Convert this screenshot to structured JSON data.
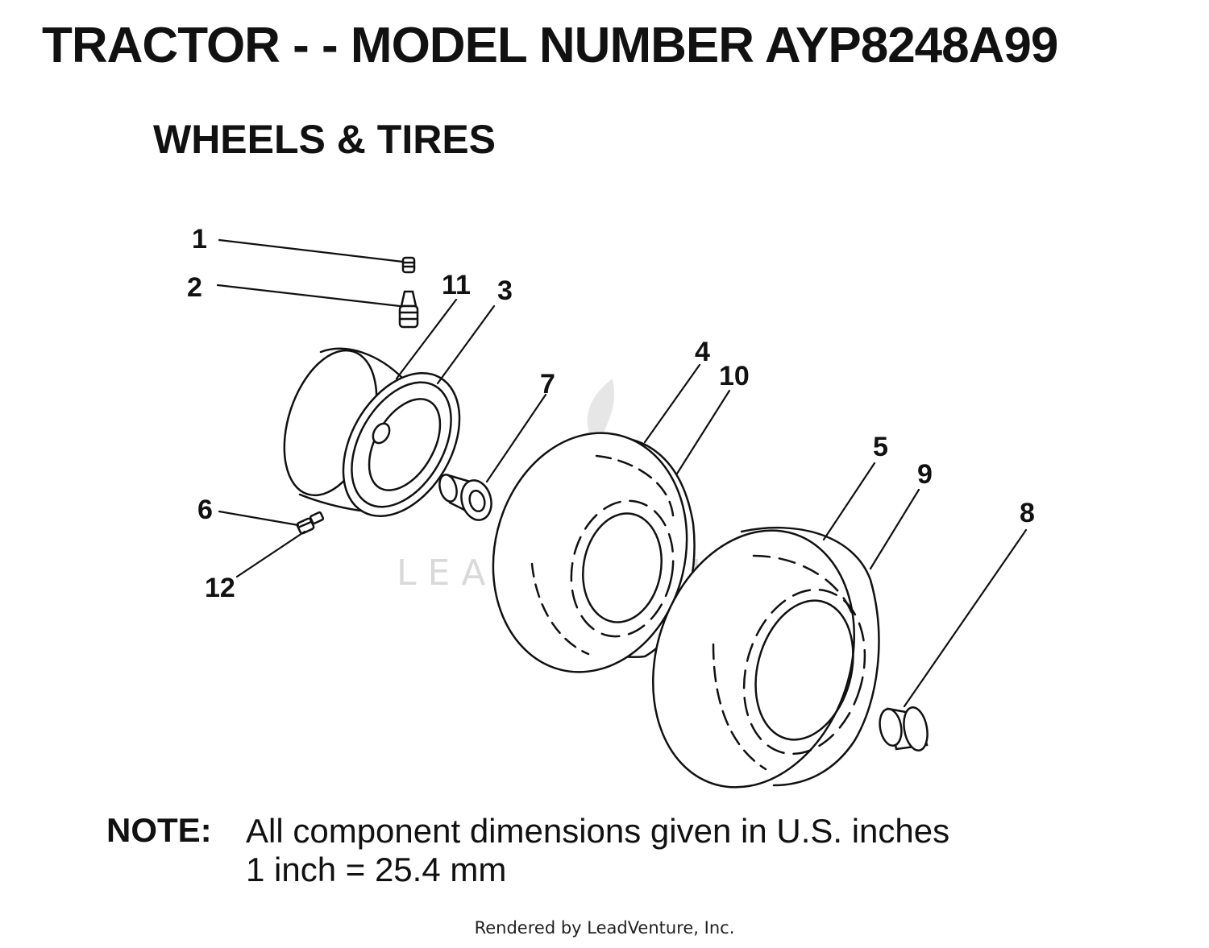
{
  "header": {
    "title": "TRACTOR - - MODEL NUMBER AYP8248A99",
    "subtitle": "WHEELS & TIRES"
  },
  "callouts": [
    "1",
    "2",
    "3",
    "4",
    "5",
    "6",
    "7",
    "8",
    "9",
    "10",
    "11",
    "12"
  ],
  "watermark": {
    "text": "LEADVENTURE"
  },
  "note": {
    "label": "NOTE:",
    "line1": "All component dimensions given in U.S. inches",
    "line2": "1 inch = 25.4 mm"
  },
  "footer": {
    "text": "Rendered by LeadVenture, Inc."
  }
}
